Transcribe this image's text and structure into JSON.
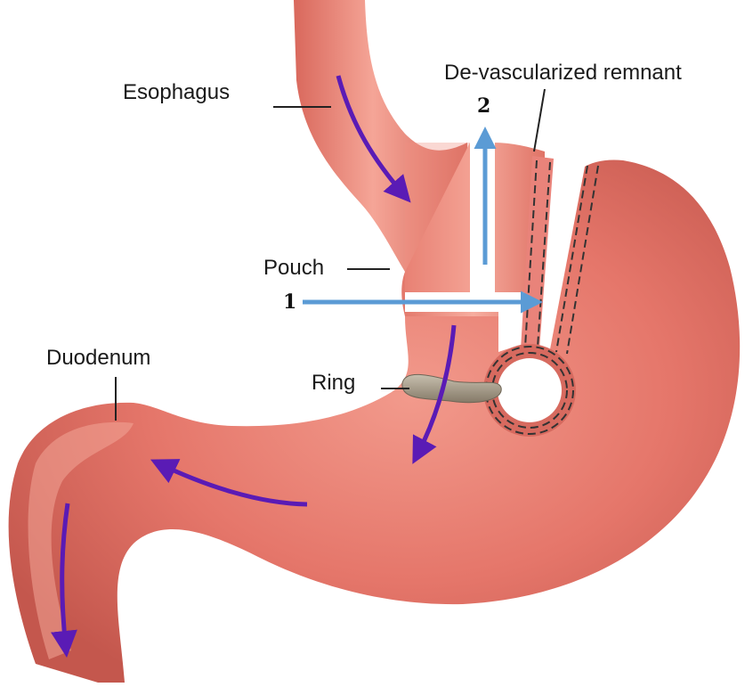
{
  "labels": {
    "esophagus": "Esophagus",
    "remnant": "De-vascularized remnant",
    "pouch": "Pouch",
    "duodenum": "Duodenum",
    "ring": "Ring"
  },
  "markers": {
    "transection_1": "1",
    "transection_2": "2"
  },
  "colors": {
    "stomach": "#e9776a",
    "stomach_dark": "#c85a50",
    "flow_arrow": "#5a1bb5",
    "cut_arrow": "#5b9bd5",
    "ring": "#9c9282",
    "suture": "#333333"
  }
}
